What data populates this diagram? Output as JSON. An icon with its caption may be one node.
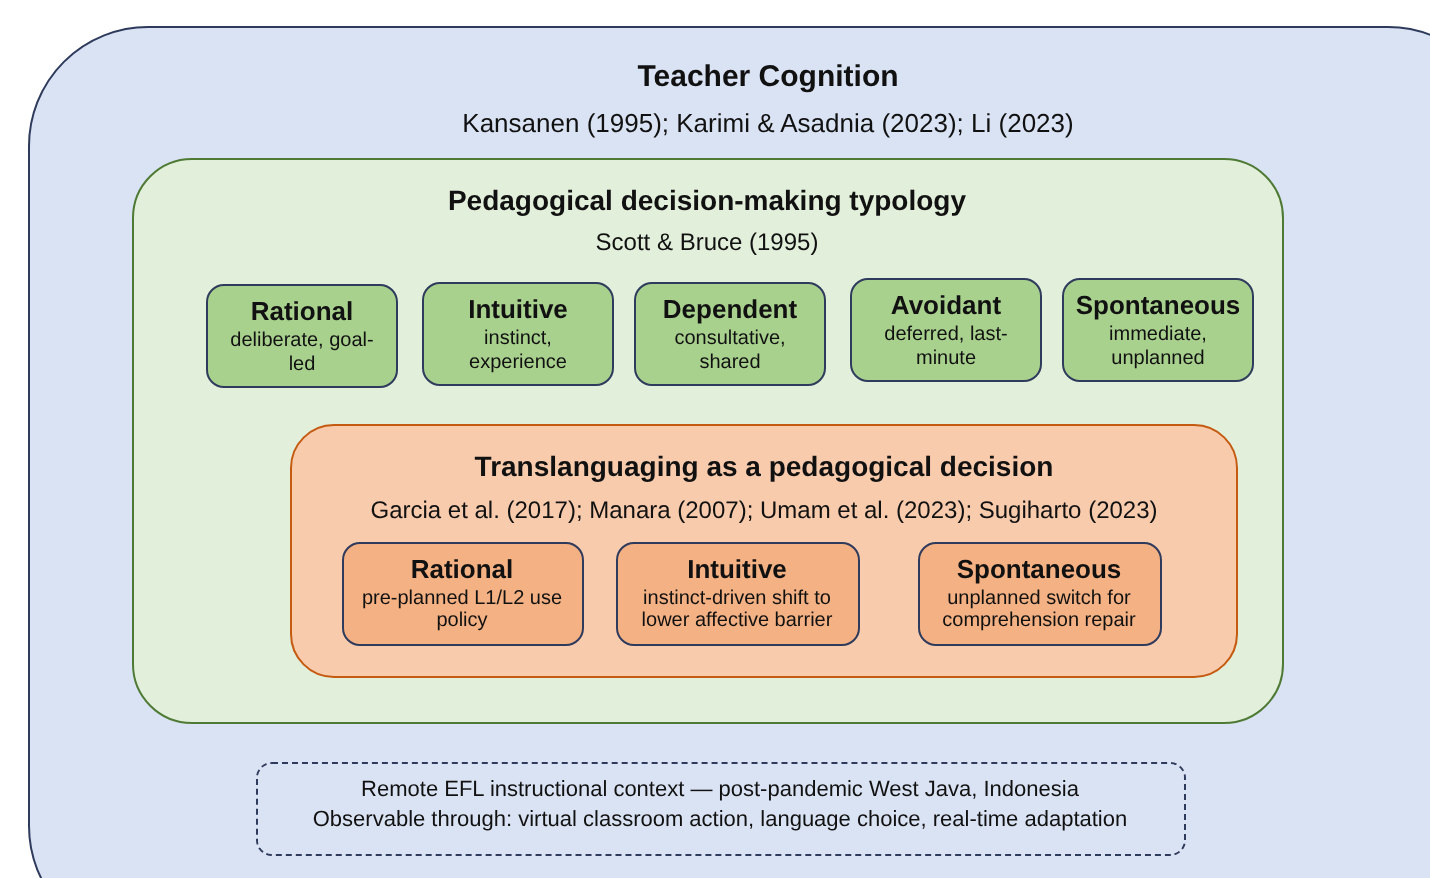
{
  "diagram": {
    "nodes": [
      {
        "text": [
          "Teacher Cognition",
          "Kansanen (1995); Karimi & Asadnia (2023); Li (2023)"
        ]
      },
      {
        "text": [
          "Pedagogical decision-making typology",
          "Scott & Bruce (1995)"
        ],
        "in": 0
      },
      {
        "text": [
          "Rational",
          "deliberate, goal-led"
        ],
        "in": 1
      },
      {
        "text": [
          "Intuitive",
          "instinct, experience"
        ],
        "in": 1
      },
      {
        "text": [
          "Dependent",
          "consultative, shared"
        ],
        "in": 1
      },
      {
        "text": [
          "Avoidant",
          "deferred, last-minute"
        ],
        "in": 1
      },
      {
        "text": [
          "Spontaneous",
          "immediate, unplanned"
        ],
        "in": 1
      },
      {
        "text": [
          "Translanguaging as a pedagogical decision",
          "Garcia et al. (2017); Manara (2007); Umam et al. (2023); Sugiharto (2023)"
        ],
        "in": 1
      },
      {
        "text": [
          "Rational",
          "pre-planned L1/L2 use policy"
        ],
        "in": 7
      },
      {
        "text": [
          "Intuitive",
          "instinct-driven shift to lower affective barrier"
        ],
        "in": 7
      },
      {
        "text": [
          "Spontaneous",
          "unplanned switch for comprehension repair"
        ],
        "in": 7
      },
      {
        "text": [
          "Remote EFL instructional context — post-pandemic West Java, Indonesia",
          "Observable through: virtual classroom action, language choice, real-time adaptation"
        ],
        "in": 0
      }
    ]
  }
}
